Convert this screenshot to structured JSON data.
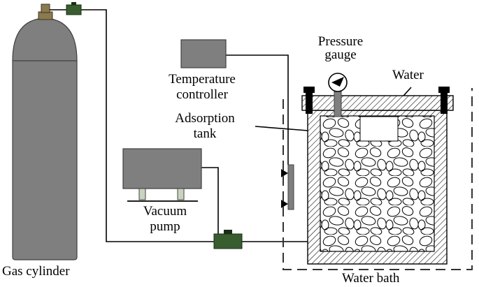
{
  "labels": {
    "gas_cylinder": "Gas cylinder",
    "pressure_gauge_1": "Pressure",
    "pressure_gauge_2": "gauge",
    "water": "Water",
    "temperature_controller_1": "Temperature",
    "temperature_controller_2": "controller",
    "adsorption_tank_1": "Adsorption",
    "adsorption_tank_2": "tank",
    "vacuum_pump_1": "Vacuum",
    "vacuum_pump_2": "pump",
    "water_bath": "Water bath"
  },
  "colors": {
    "cylinder": "#7f7f7f",
    "cylinder_valve": "#8a7a4e",
    "valve": "#385d2f",
    "equipment": "#7f7f7f",
    "pump_feet": "#c9d4bf",
    "line": "#000000",
    "background": "#ffffff"
  },
  "icons": [
    "gas-cylinder-icon",
    "valve-icon",
    "pressure-gauge-icon",
    "thermocouple-icon",
    "vacuum-pump-icon",
    "bolt-icon"
  ]
}
